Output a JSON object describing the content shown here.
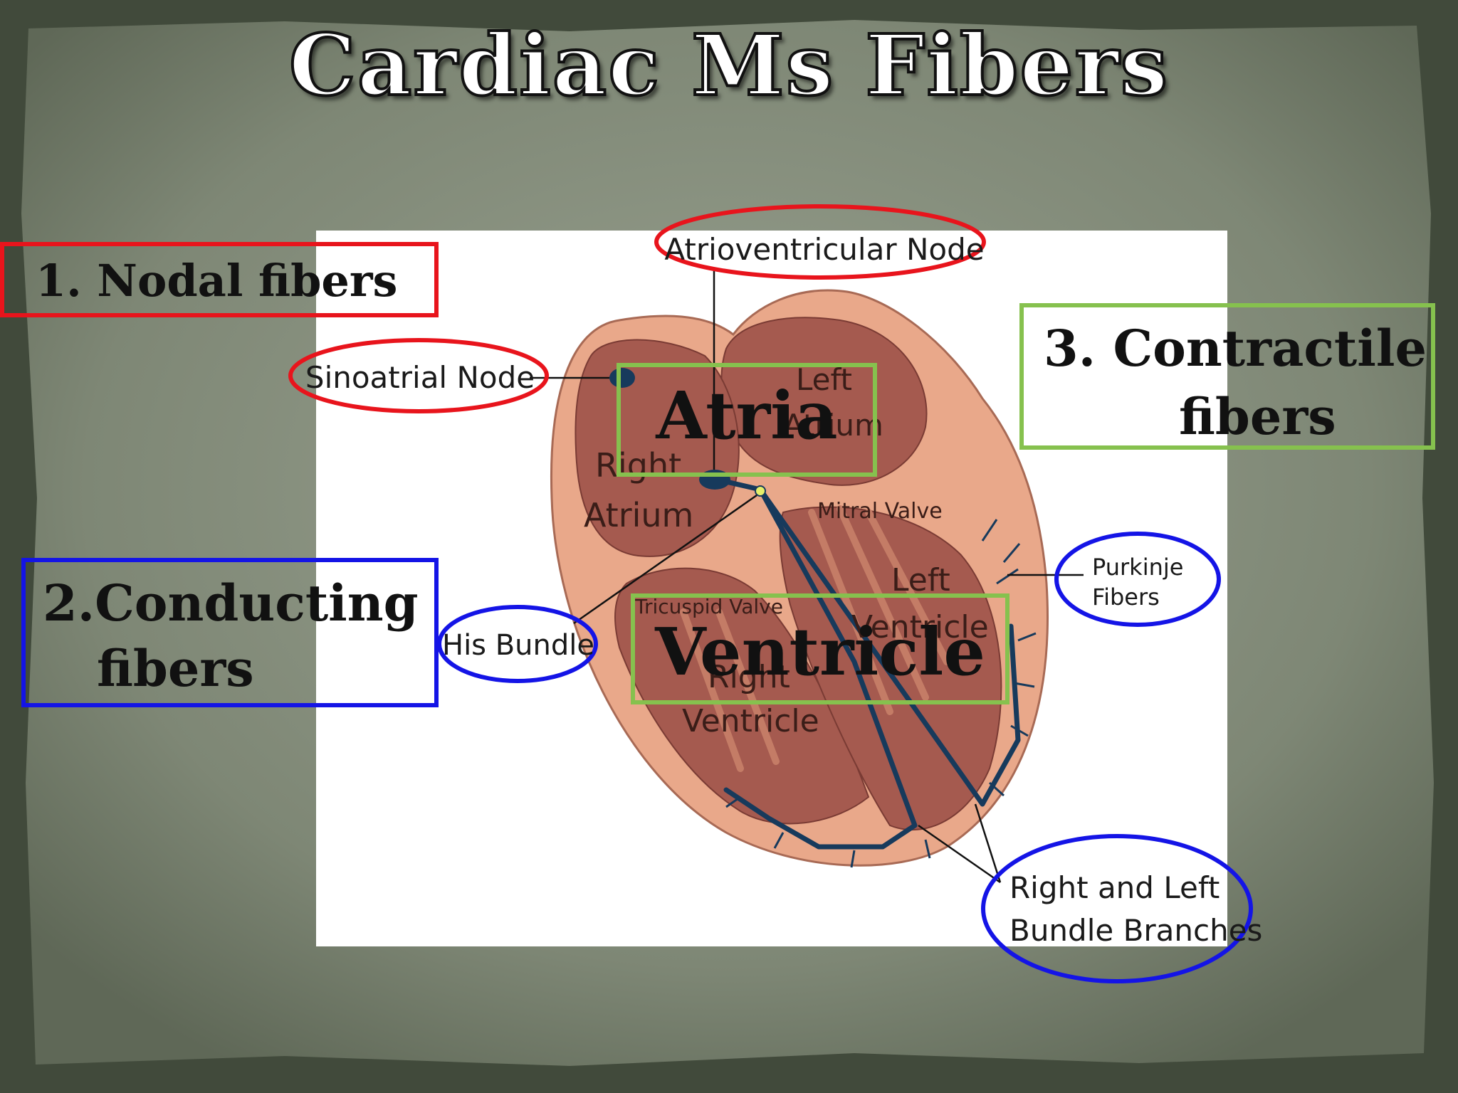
{
  "title": "Cardiac Ms Fibers",
  "categories": {
    "nodal": "1. Nodal fibers",
    "conducting_line1": "2.Conducting",
    "conducting_line2": "fibers",
    "contractile_line1": "3. Contractile",
    "contractile_line2": "fibers"
  },
  "regions": {
    "atria": "Atria",
    "ventricle": "Ventricle"
  },
  "heart_labels": {
    "av_node": "Atrioventricular Node",
    "sa_node": "Sinoatrial Node",
    "left_atrium_line1": "Left",
    "left_atrium_line2": "Atrium",
    "right_atrium_line1": "Right",
    "right_atrium_line2": "Atrium",
    "mitral_valve": "Mitral Valve",
    "tricuspid_valve": "Tricuspid Valve",
    "left_ventricle_line1": "Left",
    "left_ventricle_line2": "Ventricle",
    "right_ventricle_line1": "Right",
    "right_ventricle_line2": "Ventricle",
    "his_bundle": "His Bundle",
    "purkinje_line1": "Purkinje",
    "purkinje_line2": "Fibers",
    "bundle_branches_line1": "Right and Left",
    "bundle_branches_line2": "Bundle Branches"
  },
  "colors": {
    "nodal": "#e8141c",
    "conducting": "#1414e6",
    "contractile": "#86c14e",
    "heart_outer": "#e9a88a",
    "heart_chamber": "#a55a4f",
    "conduction_path": "#173a5c"
  }
}
